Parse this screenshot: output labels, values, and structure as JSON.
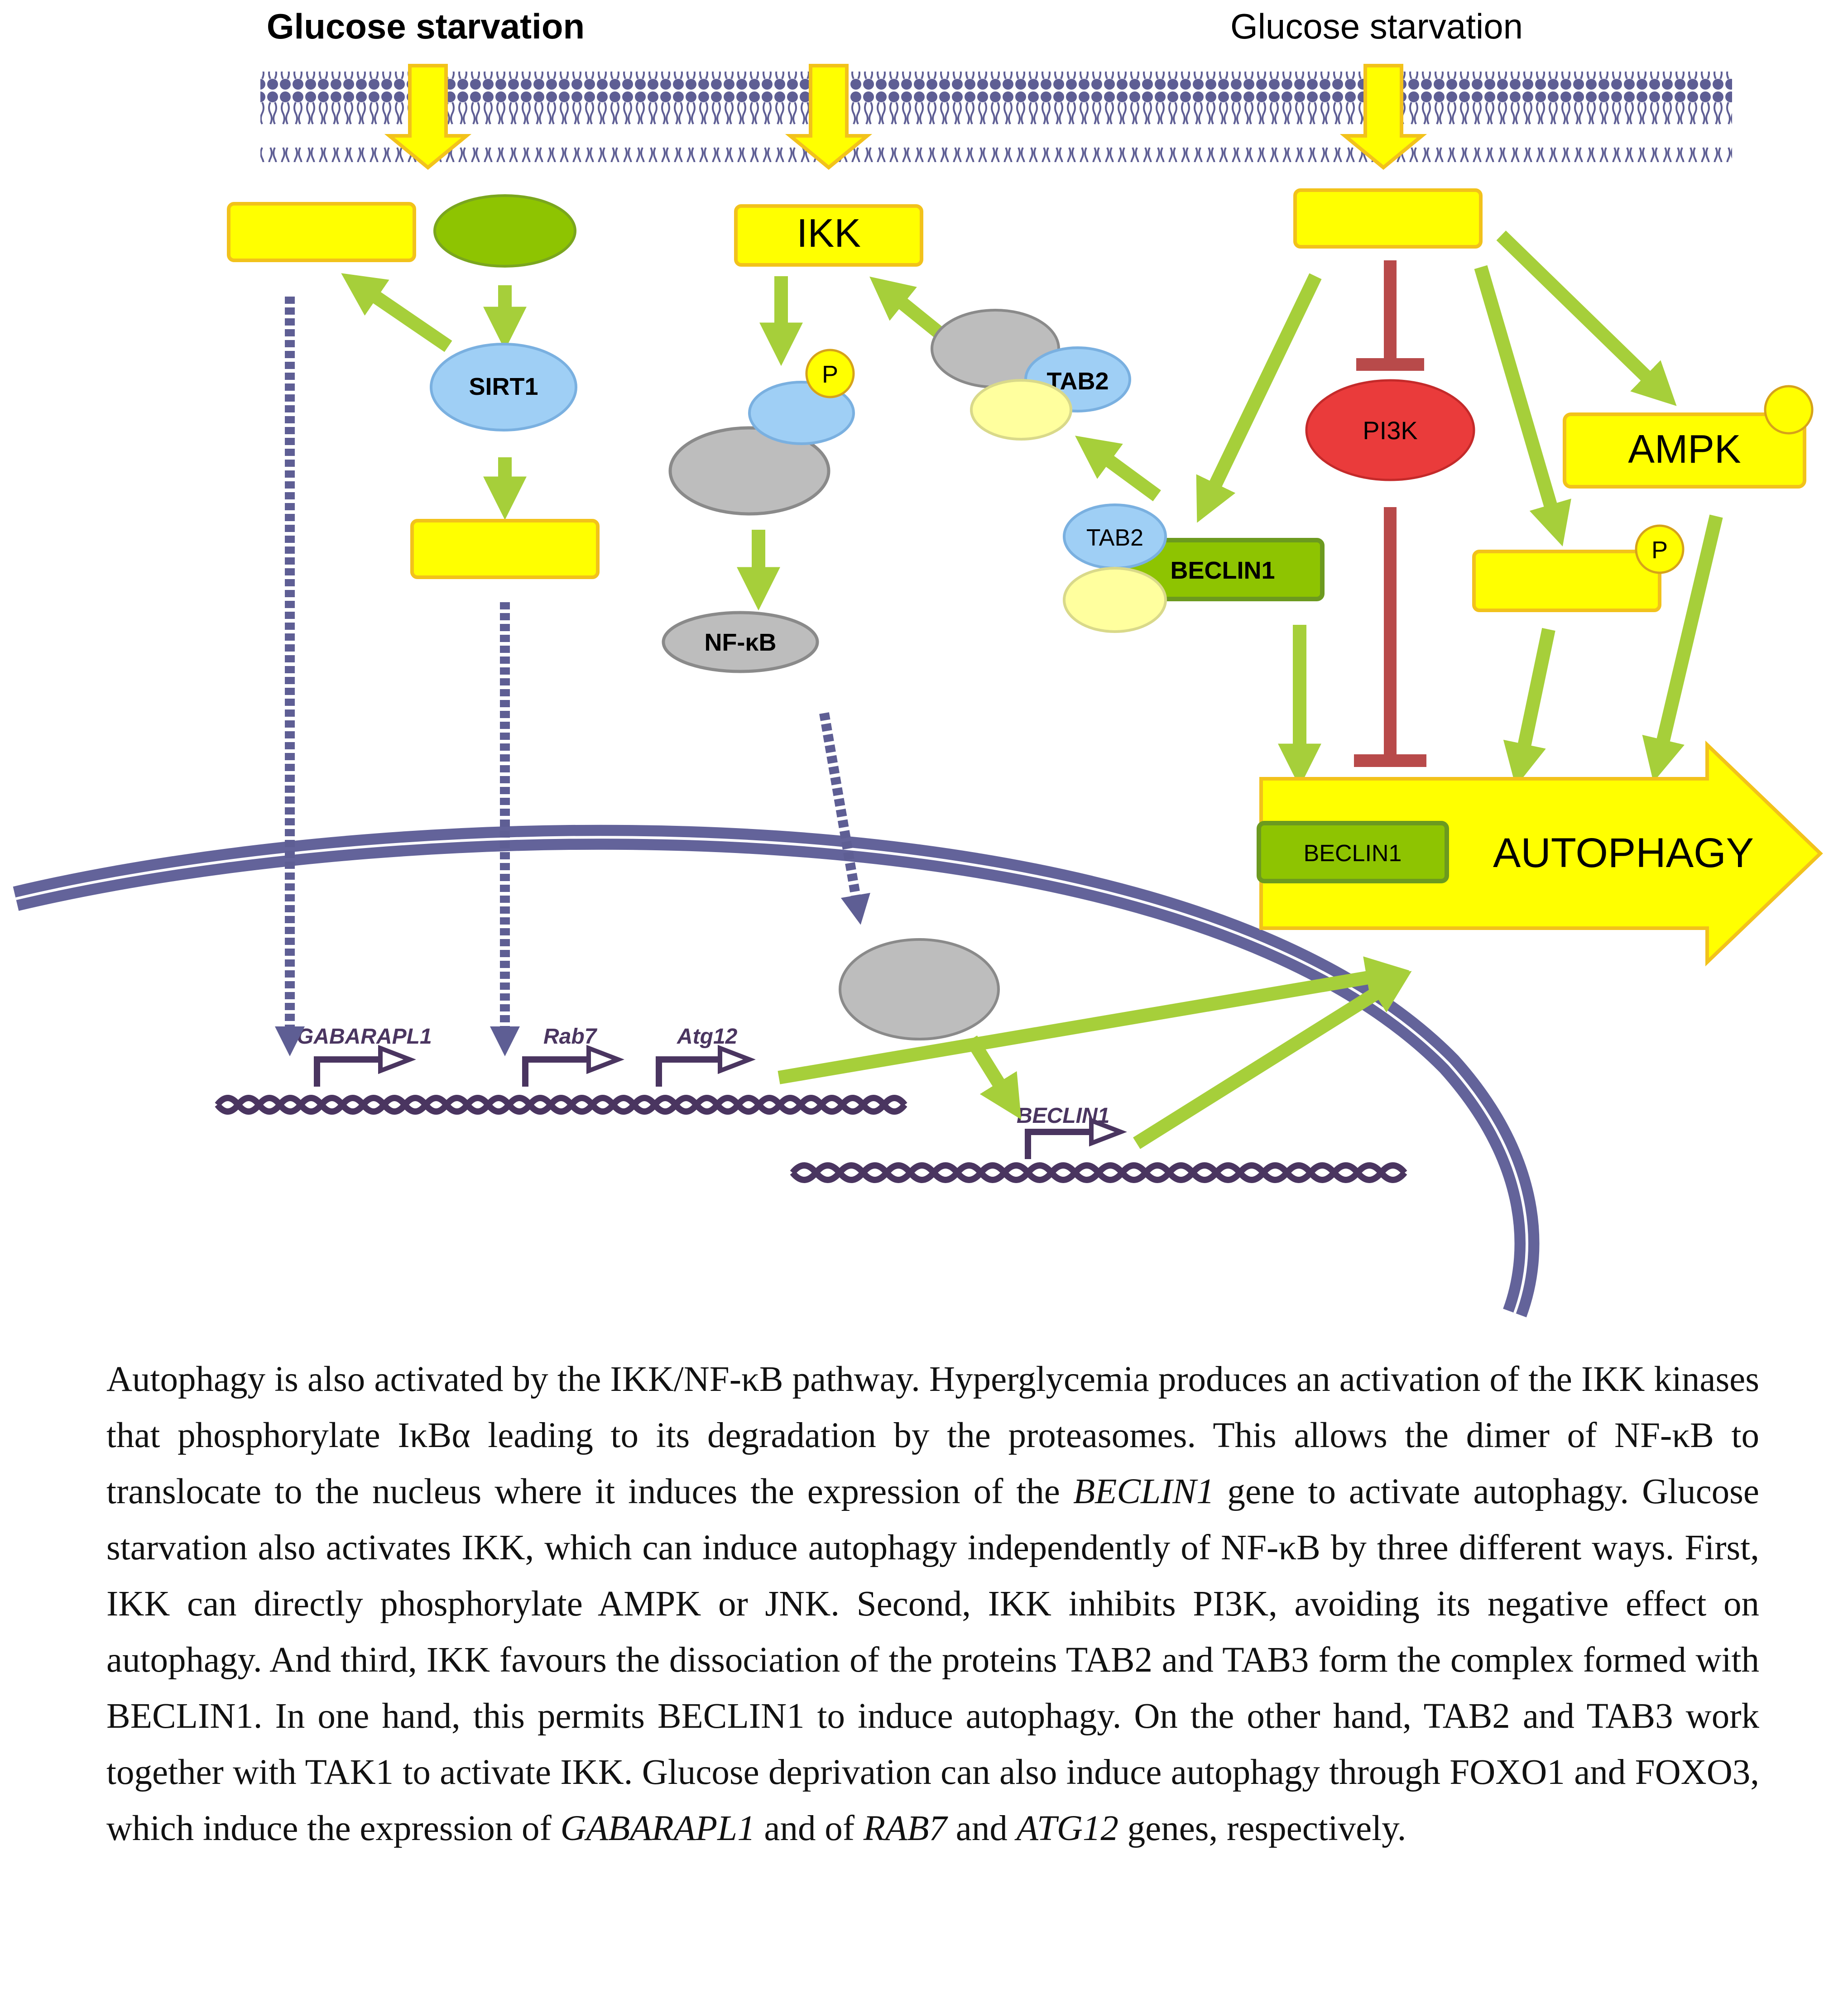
{
  "colors": {
    "membrane": "#5e5e94",
    "arrow_green": "#a6cf3a",
    "inhibit_red": "#b84a4a",
    "box_yellow": "#ffff00",
    "box_border": "#f2c21b",
    "ellipse_blue": "#9fcff5",
    "ellipse_gray": "#bdbdbd",
    "ellipse_green": "#8ec401",
    "ellipse_red": "#ea3b3b",
    "dna": "#4a3560",
    "nucleus": "#63639a"
  },
  "labels": {
    "glucose_left": "Glucose starvation",
    "glucose_right": "Glucose starvation",
    "ikk": "IKK",
    "sirt1": "SIRT1",
    "nfkb": "NF-κB",
    "tab2_top": "TAB2",
    "tab2_left": "TAB2",
    "beclin1_complex": "BECLIN1",
    "beclin1_autophagy": "BECLIN1",
    "pi3k": "PI3K",
    "ampk": "AMPK",
    "p_ikb": "P",
    "p_jnk": "P",
    "autophagy": "AUTOPHAGY",
    "gene_gabarapl1": "GABARAPL1",
    "gene_rab7": "Rab7",
    "gene_atg12": "Atg12",
    "gene_beclin1": "BECLIN1"
  },
  "caption": {
    "s1": "Autophagy is also activated by the IKK/NF-κB pathway. Hyperglycemia produces an activation of the IKK kinases that phosphorylate IκBα leading to its degradation by the proteasomes. This allows the dimer of NF-κB to translocate to the nucleus where it induces the expression of the ",
    "i1": "BECLIN1",
    "s2": " gene to activate autophagy. Glucose starvation also activates IKK, which can induce autophagy independently of NF-κB by three different ways. First, IKK can directly phosphorylate AMPK or JNK. Second, IKK inhibits PI3K, avoiding its negative effect on autophagy. And third, IKK favours the dissociation of the proteins TAB2 and TAB3 form the complex formed with BECLIN1. In one hand, this permits BECLIN1 to induce autophagy. On the other hand, TAB2 and TAB3 work together with TAK1 to activate IKK. Glucose deprivation can also induce autophagy through FOXO1 and FOXO3, which induce the expression of ",
    "i2": "GABARAPL1",
    "s3": " and of ",
    "i3": "RAB7",
    "s4": " and ",
    "i4": "ATG12",
    "s5": " genes, respectively."
  }
}
